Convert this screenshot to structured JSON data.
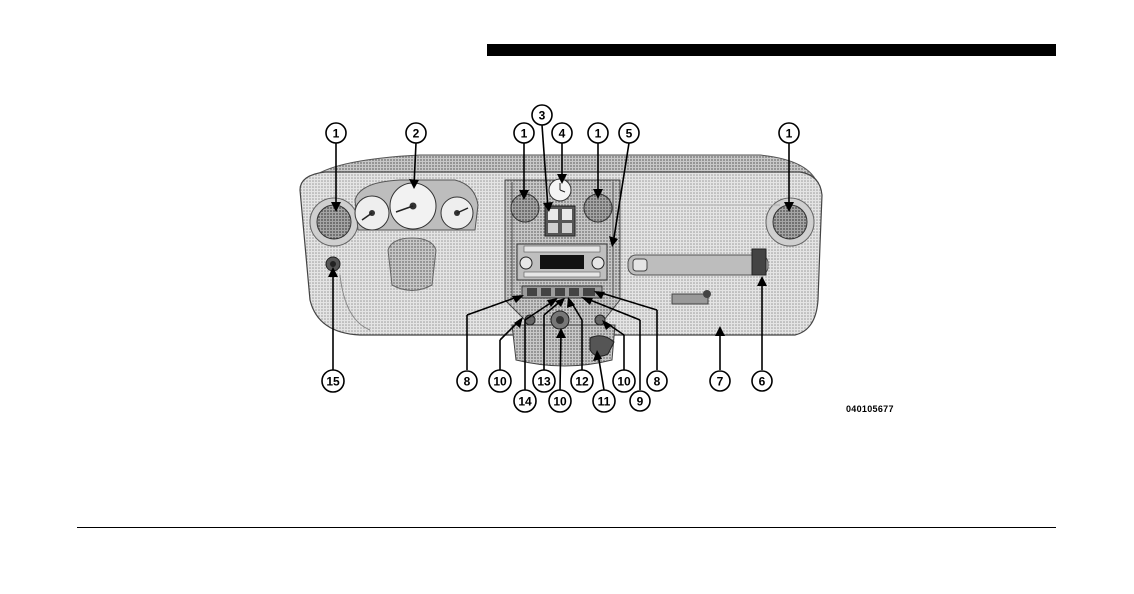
{
  "figure": {
    "figure_id": "040105677",
    "callouts": {
      "c1a": "1",
      "c2": "2",
      "c1b": "1",
      "c3": "3",
      "c4": "4",
      "c1c": "1",
      "c5": "5",
      "c1d": "1",
      "c15": "15",
      "c8a": "8",
      "c10a": "10",
      "c14": "14",
      "c13": "13",
      "c10b": "10",
      "c12": "12",
      "c11": "11",
      "c10c": "10",
      "c9": "9",
      "c8b": "8",
      "c7": "7",
      "c6": "6"
    }
  },
  "colors": {
    "ink": "#000000",
    "panel": "#d9d9d9",
    "panel_dark": "#a6a6a6",
    "vent": "#6e6e6e"
  }
}
